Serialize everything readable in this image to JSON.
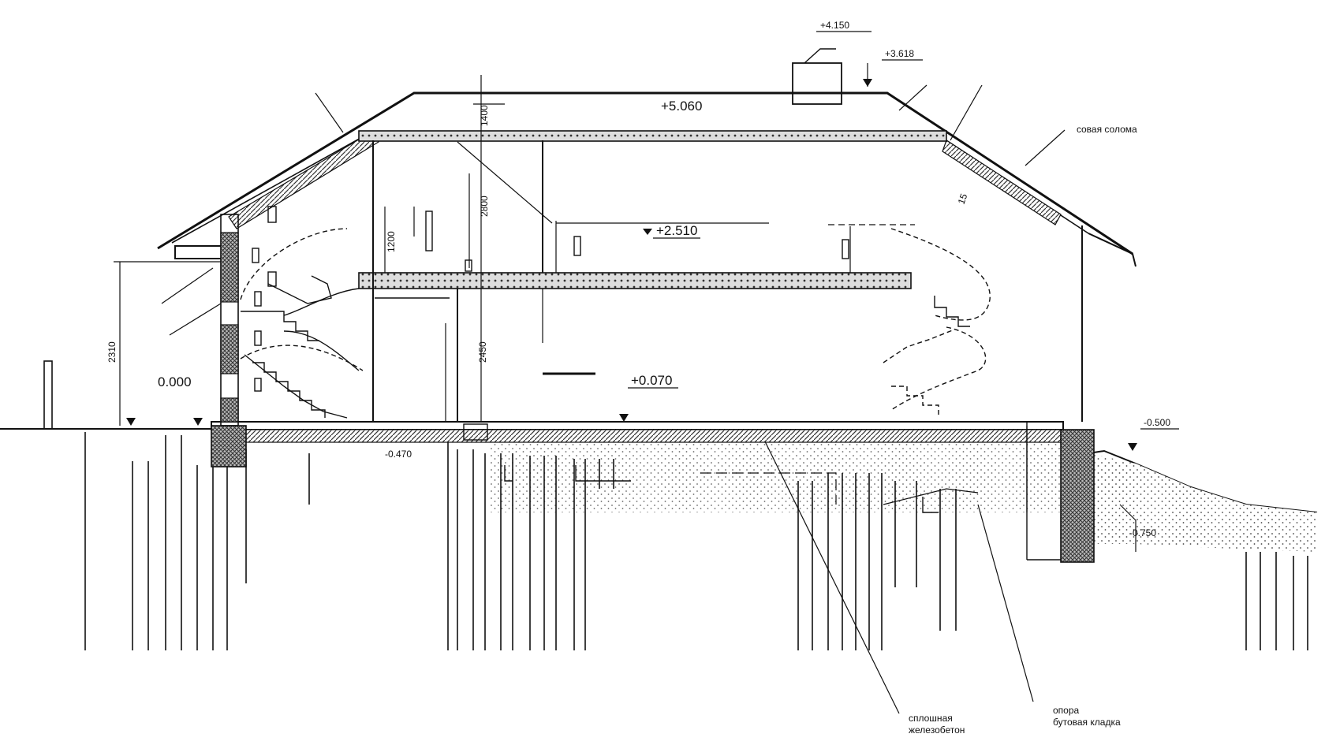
{
  "drawing": {
    "elevations": {
      "top": "+4.150",
      "ridge": "+3.618",
      "ceiling": "+5.060",
      "attic_floor": "+2.510",
      "ground_floor": "+0.070",
      "datum": "0.000",
      "right_ground": "-0.500",
      "foundation_left": "-0.470",
      "foundation_right": "-0.750"
    },
    "notes": {
      "insulation": "cовая солома",
      "foundation_1": "сплошная",
      "foundation_2": "железобетон",
      "fill_1": "опора",
      "fill_2": "бутовая кладка"
    },
    "dimensions": {
      "left_wall_height": "2310",
      "center_1": "1400",
      "center_2": "2800",
      "center_3": "1200",
      "floor_height": "2450",
      "roof_slope": "15"
    },
    "colors": {
      "ink": "#111111",
      "hatch": "#555555",
      "background": "#ffffff"
    }
  }
}
